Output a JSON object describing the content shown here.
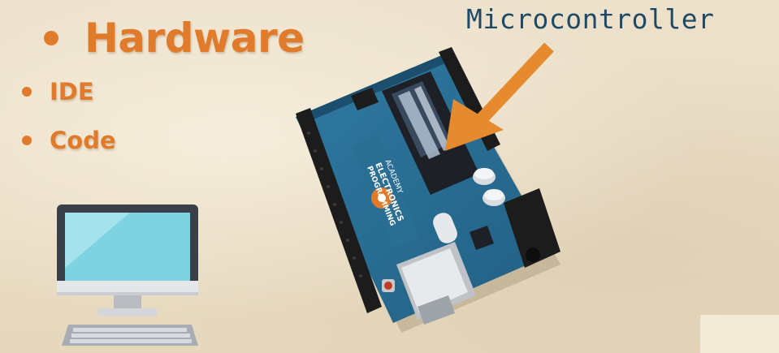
{
  "bullets": {
    "hardware": "Hardware",
    "ide": "IDE",
    "code": "Code"
  },
  "callout": {
    "label": "Microcontroller"
  },
  "board": {
    "logo_line1": "PROGRAMMING",
    "logo_line2": "ELECTRONICS",
    "logo_line3": "ACADEMY"
  },
  "colors": {
    "accent": "#e07b2c",
    "label": "#1f4a66",
    "board": "#2b6f93"
  },
  "icons": {
    "computer": "desktop-computer-icon",
    "board": "arduino-board-image",
    "arrow": "orange-arrow"
  }
}
